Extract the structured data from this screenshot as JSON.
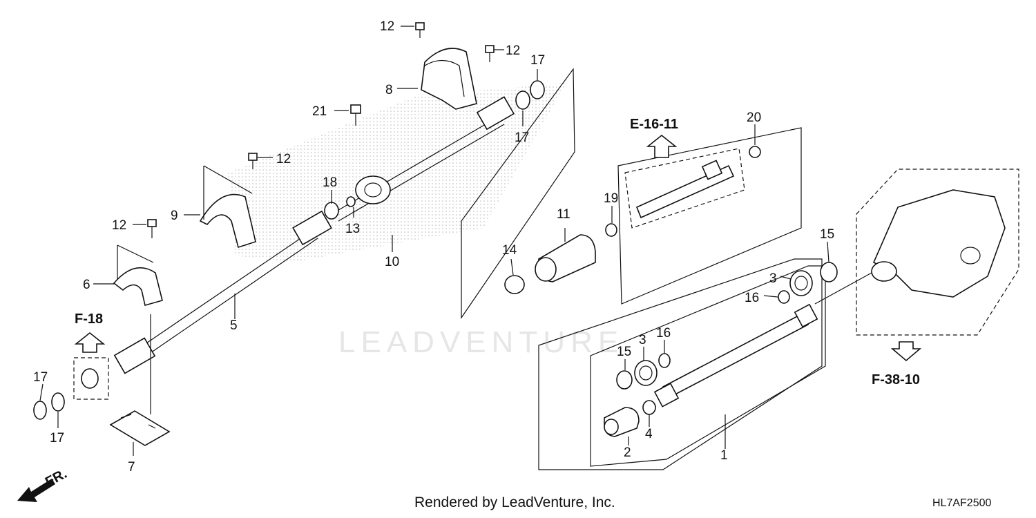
{
  "watermark": "LEADVENTURE",
  "callouts": {
    "c1": "1",
    "c2": "2",
    "c3a": "3",
    "c3b": "3",
    "c4": "4",
    "c5": "5",
    "c6": "6",
    "c7": "7",
    "c8": "8",
    "c9": "9",
    "c10": "10",
    "c11": "11",
    "c12a": "12",
    "c12b": "12",
    "c12c": "12",
    "c12d": "12",
    "c13": "13",
    "c14": "14",
    "c15a": "15",
    "c15b": "15",
    "c16a": "16",
    "c16b": "16",
    "c17a": "17",
    "c17b": "17",
    "c17c": "17",
    "c17d": "17",
    "c18": "18",
    "c19": "19",
    "c20": "20",
    "c21": "21"
  },
  "references": {
    "f18": "F-18",
    "e1611": "E-16-11",
    "f3810": "F-38-10"
  },
  "direction_label": "FR.",
  "footer": {
    "rendered_by": "Rendered by LeadVenture, Inc.",
    "diagram_code": "HL7AF2500"
  }
}
